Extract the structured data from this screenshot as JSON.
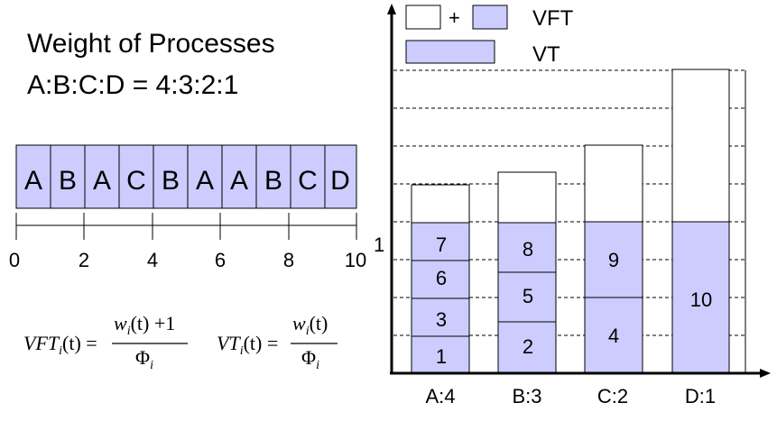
{
  "title": {
    "line1": "Weight of Processes",
    "line2": "A:B:C:D = 4:3:2:1"
  },
  "schedule": {
    "slots": [
      "A",
      "B",
      "A",
      "C",
      "B",
      "A",
      "A",
      "B",
      "C",
      "D"
    ],
    "tick_labels": [
      "0",
      "2",
      "4",
      "6",
      "8",
      "10"
    ],
    "fill_color": "#ccccff"
  },
  "formulas": {
    "vft": {
      "lhs_main": "VFT",
      "lhs_sub": "i",
      "lhs_arg": "(t) =",
      "num_main": "w",
      "num_sub": "i",
      "num_rest": "(t) +1",
      "den_main": "Φ",
      "den_sub": "i"
    },
    "vt": {
      "lhs_main": "VT",
      "lhs_sub": "i",
      "lhs_arg": "(t) =",
      "num_main": "w",
      "num_sub": "i",
      "num_rest": "(t)",
      "den_main": "Φ",
      "den_sub": "i"
    }
  },
  "legend": {
    "plus": "+",
    "vft_label": "VFT",
    "vt_label": "VT"
  },
  "chart": {
    "y_tick_label": "1",
    "categories": [
      "A:4",
      "B:3",
      "C:2",
      "D:1"
    ],
    "vt_color": "#ccccff",
    "bars": [
      {
        "segments": [
          "1",
          "3",
          "6",
          "7"
        ]
      },
      {
        "segments": [
          "2",
          "5",
          "8"
        ]
      },
      {
        "segments": [
          "4",
          "9"
        ]
      },
      {
        "segments": [
          "10"
        ]
      }
    ]
  }
}
